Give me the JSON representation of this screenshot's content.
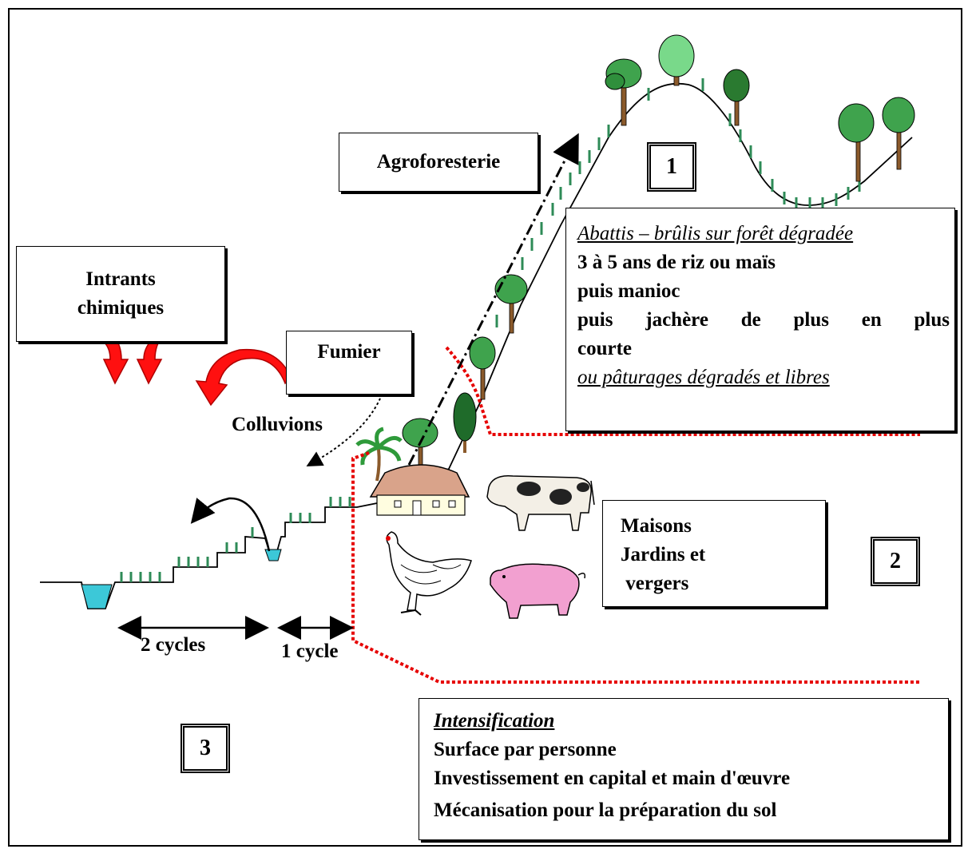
{
  "labels": {
    "agroforesterie": "Agroforesterie",
    "intrants": [
      "Intrants",
      "chimiques"
    ],
    "fumier": "Fumier",
    "colluvions": "Colluvions",
    "cycles_2": "2 cycles",
    "cycle_1": "1 cycle"
  },
  "zones": {
    "z1": "1",
    "z2": "2",
    "z3": "3"
  },
  "zone1_box": {
    "heading": "Abattis – brûlis sur forêt dégradée",
    "line1": "3 à 5 ans de riz ou maïs",
    "line2": "puis manioc",
    "line3": "puis jachère de plus en plus",
    "line4": "courte",
    "footer": "ou pâturages dégradés et libres"
  },
  "zone2_box": {
    "lines": [
      "Maisons",
      "Jardins et",
      " vergers"
    ]
  },
  "zone3_box": {
    "heading": "Intensification",
    "lines": [
      "Surface par personne",
      "Investissement en capital et main d'œuvre",
      "Mécanisation pour la préparation du sol"
    ]
  },
  "colors": {
    "grass": "#2e8b57",
    "boundary": "#e60000",
    "water": "#3cc8d8",
    "arrow_red": "#ff1010",
    "roof": "#d9a38a",
    "pig": "#f2a0d0"
  },
  "icons": [
    "tree-icon",
    "palm-tree-icon",
    "house-icon",
    "cow-icon",
    "chicken-icon",
    "pig-icon",
    "red-curved-arrow-icon"
  ]
}
